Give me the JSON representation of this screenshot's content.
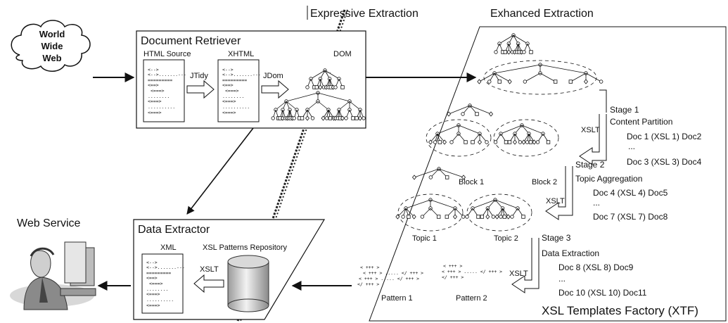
{
  "headers": {
    "expressive": "Expressive Extraction",
    "enhanced": "Exhanced Extraction"
  },
  "cloud": {
    "lines": [
      "World",
      "Wide",
      "Web"
    ]
  },
  "retriever": {
    "title": "Document Retriever",
    "html_label": "HTML  Source",
    "xhtml_label": "XHTML",
    "dom_label": "DOM",
    "jtidy": "JTidy",
    "jdom": "JDom",
    "dom_dots": "..."
  },
  "doc_lines": {
    "a": "<-->",
    "b": "<-->.......---",
    "c": "=========",
    "d": "<==>",
    "e": "<===>",
    "f": "........",
    "g": "<===>",
    "h": "..........",
    "i": "<===>"
  },
  "web_service": {
    "label": "Web Service"
  },
  "extractor": {
    "title": "Data Extractor",
    "xml_label": "XML",
    "repo_label": "XSL Patterns Repository",
    "xslt": "XSLT"
  },
  "factory": {
    "title": "XSL Templates Factory (XTF)",
    "xslt": "XSLT",
    "stage1": {
      "title": "Stage 1",
      "subtitle": "Content Partition",
      "line1": "Doc 1  (XSL 1)  Doc2",
      "ellipsis": "...",
      "line2": "Doc 3  (XSL 3)  Doc4"
    },
    "stage2": {
      "title": "Stage 2",
      "subtitle": "Topic Aggregation",
      "line1": "Doc 4  (XSL 4)  Doc5",
      "ellipsis": "...",
      "line2": "Doc 7  (XSL 7)  Doc8"
    },
    "stage3": {
      "title": "Stage 3",
      "subtitle": "Data Extraction",
      "line1": "Doc 8  (XSL 8)  Doc9",
      "ellipsis": "...",
      "line2": "Doc 10  (XSL 10)  Doc11"
    },
    "block1": "Block 1",
    "block2": "Block 2",
    "topic1": "Topic 1",
    "topic2": "Topic 2",
    "pattern1": "Pattern 1",
    "pattern2": "Pattern 2",
    "pattern1_lines": [
      "< +++ >",
      "< +++ > ..... </ +++ >",
      "< +++ > ..... </ +++ >",
      "</ +++ >"
    ],
    "pattern2_lines": [
      "< +++ >",
      "< +++ > ..... </ +++ >",
      "</ +++ >"
    ]
  }
}
